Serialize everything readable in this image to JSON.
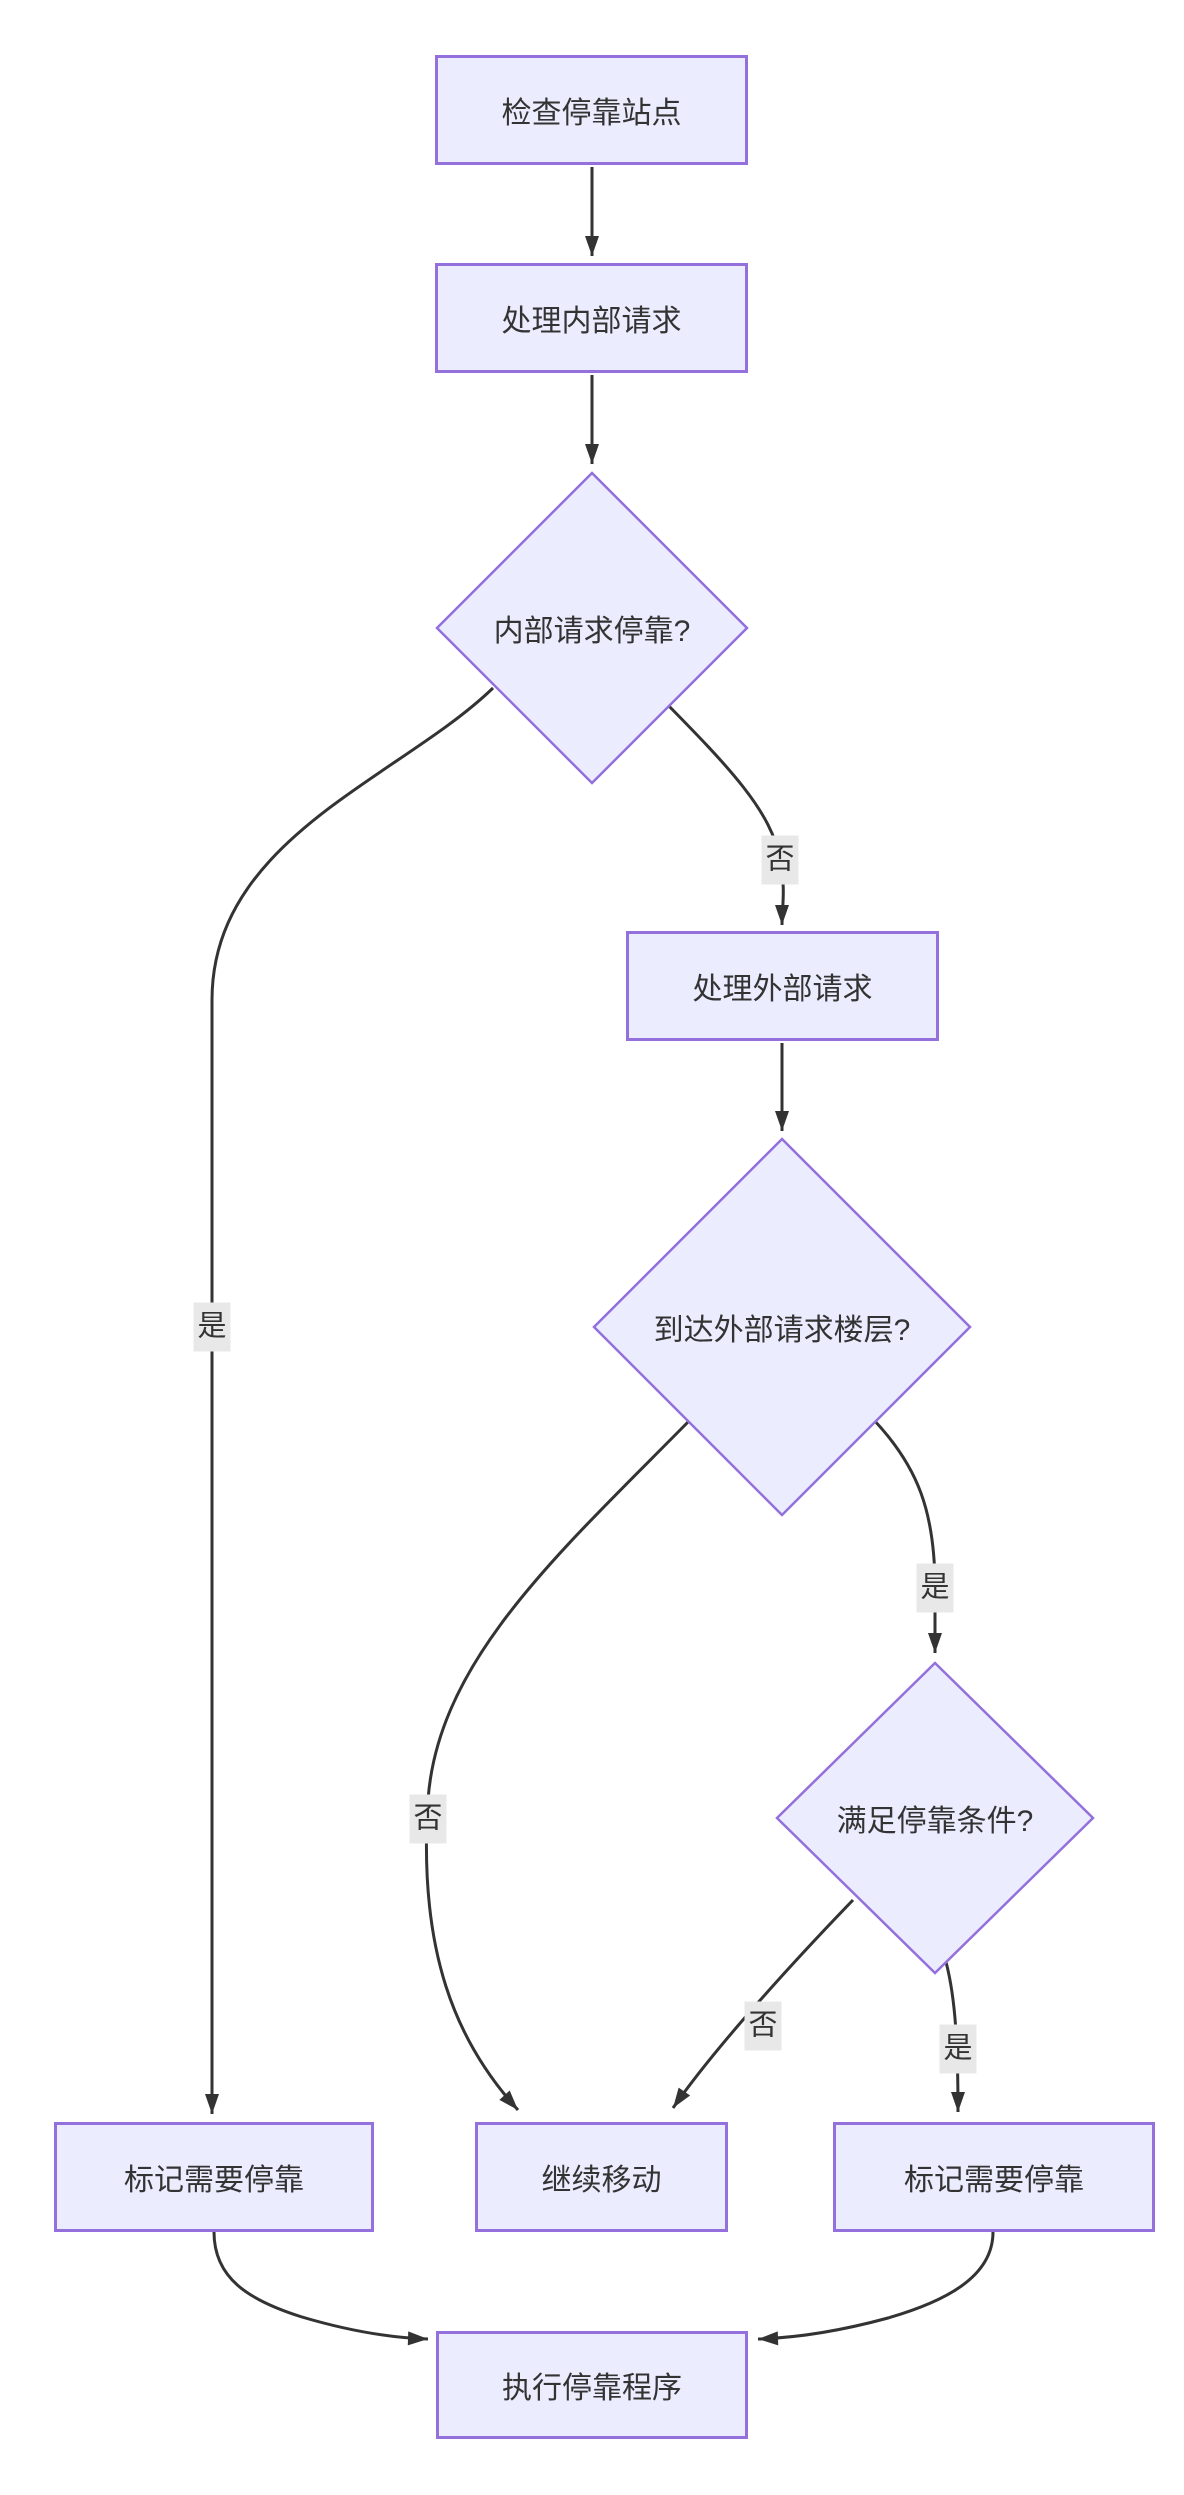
{
  "colors": {
    "node_fill": "#ECECFF",
    "node_border": "#9370DB",
    "edge_color": "#333333",
    "text_color": "#333333",
    "edge_label_background": "#e8e8e8",
    "page_background": "#ffffff"
  },
  "nodes": {
    "check_station": "检查停靠站点",
    "process_internal": "处理内部请求",
    "internal_dock_question": "内部请求停靠?",
    "process_external": "处理外部请求",
    "reach_floor_question": "到达外部请求楼层?",
    "dock_condition_question": "满足停靠条件?",
    "mark_dock_left": "标记需要停靠",
    "continue_move": "继续移动",
    "mark_dock_right": "标记需要停靠",
    "execute_dock": "执行停靠程序"
  },
  "edge_labels": {
    "internal_yes": "是",
    "internal_no": "否",
    "floor_no": "否",
    "floor_yes": "是",
    "condition_no": "否",
    "condition_yes": "是"
  }
}
